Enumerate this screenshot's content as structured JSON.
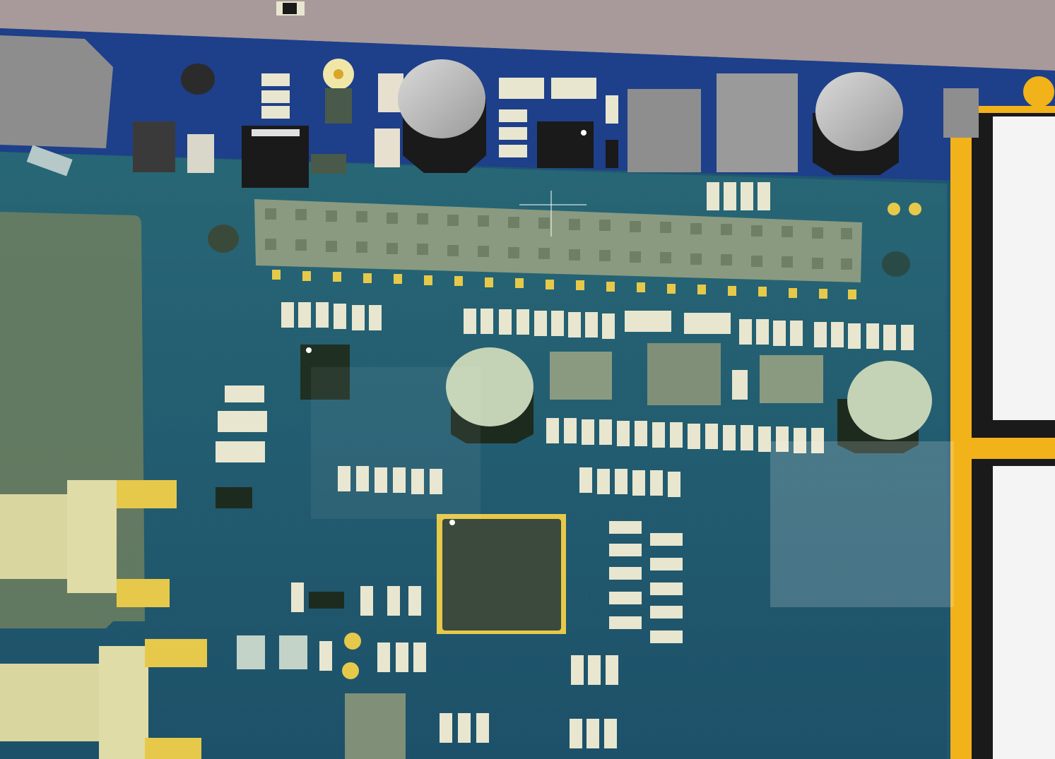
{
  "viewport": {
    "background_color": "#a89a9a",
    "board_color": "#1f4f6e",
    "board_top_color": "#1e3f8a",
    "soldermask_overlay": "#2f6f7a",
    "pad_color": "#e6c94a",
    "component_body_color": "#2b3a2b",
    "resistor_end_color": "#e8e6cf",
    "capacitor_color": "#c9c9c9",
    "header_color": "#8a9a80",
    "connector_color": "#f2b21a"
  },
  "components": {
    "header_label": "pin-header-2x20",
    "qfp_label": "qfp-ic-main",
    "sma_label": "sma-connector"
  }
}
